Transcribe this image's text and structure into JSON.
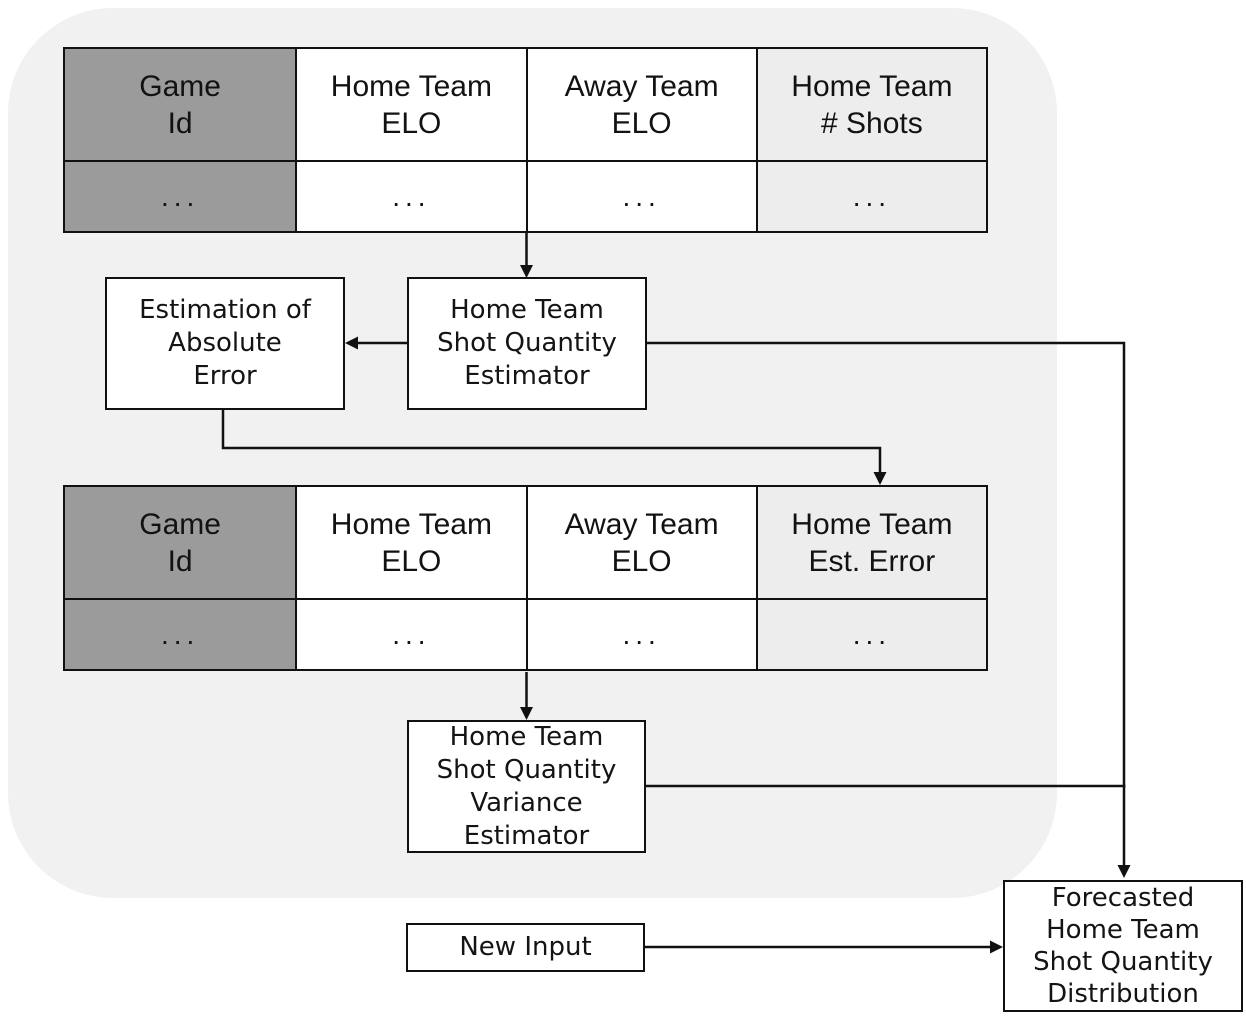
{
  "colors": {
    "dark_cell": "#9b9b9b",
    "light_cell": "#ededee",
    "canvas_background": "#f1f1f2",
    "ink": "#111111"
  },
  "tables": {
    "training": {
      "headers": [
        "Game\nId",
        "Home Team\nELO",
        "Away Team\nELO",
        "Home Team\n# Shots"
      ],
      "row": [
        "...",
        "...",
        "...",
        "..."
      ]
    },
    "error": {
      "headers": [
        "Game\nId",
        "Home Team\nELO",
        "Away Team\nELO",
        "Home Team\nEst. Error"
      ],
      "row": [
        "...",
        "...",
        "...",
        "..."
      ]
    }
  },
  "nodes": {
    "estimation_of_absolute_error": "Estimation of\nAbsolute\nError",
    "shot_quantity_estimator": "Home Team\nShot Quantity\nEstimator",
    "variance_estimator": "Home Team\nShot Quantity\nVariance\nEstimator",
    "new_input": "New Input",
    "forecast_output": "Forecasted\nHome Team\nShot Quantity\nDistribution"
  }
}
